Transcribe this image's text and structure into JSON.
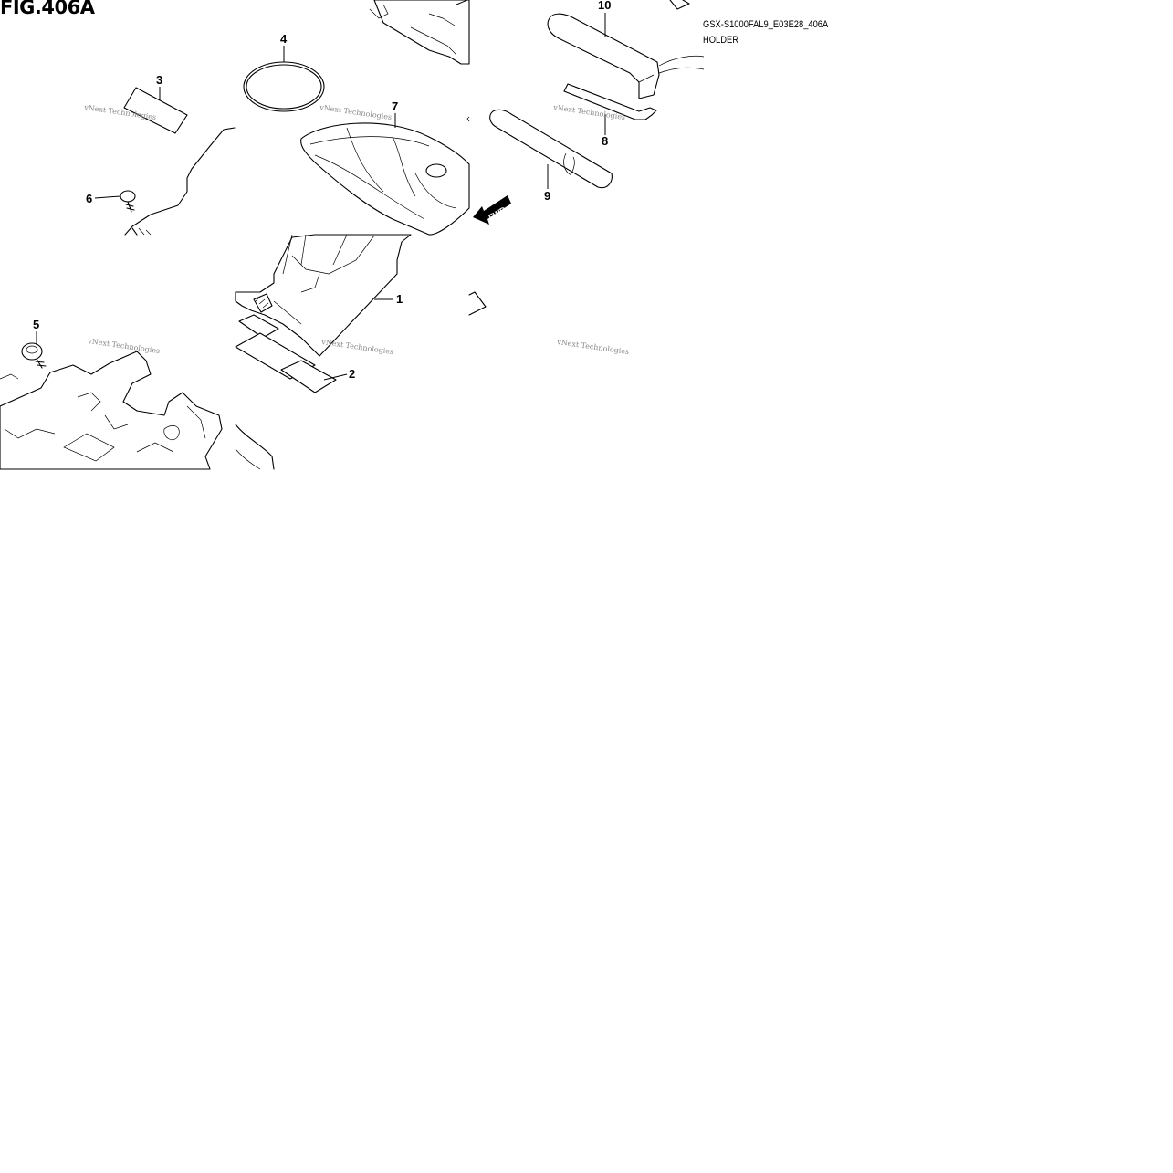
{
  "figure": {
    "title": "FIG.406A",
    "model_code": "GSX-S1000FAL9_E03E28_406A",
    "group_name": "HOLDER",
    "direction_label": "FWD",
    "watermark": "vNext Technologies"
  },
  "callouts": [
    {
      "number": "1",
      "part": "holder"
    },
    {
      "number": "2",
      "part": "label"
    },
    {
      "number": "3",
      "part": "label"
    },
    {
      "number": "4",
      "part": "band"
    },
    {
      "number": "5",
      "part": "bolt"
    },
    {
      "number": "6",
      "part": "screw"
    },
    {
      "number": "7",
      "part": "tool-bag"
    },
    {
      "number": "8",
      "part": "wrench"
    },
    {
      "number": "9",
      "part": "extension"
    },
    {
      "number": "10",
      "part": "screwdriver"
    }
  ]
}
